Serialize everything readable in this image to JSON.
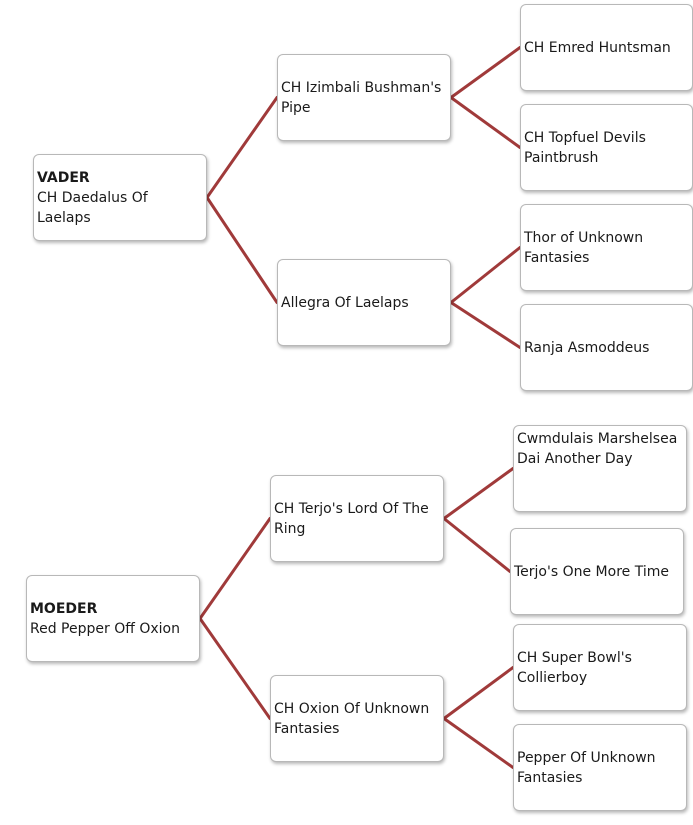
{
  "colors": {
    "connector": "#a03a3a",
    "box_border": "#b8b8b8",
    "text": "#1a1a1a"
  },
  "father": {
    "role": "VADER",
    "name": "CH Daedalus Of Laelaps",
    "sire": {
      "name": "CH Izimbali Bushman's Pipe",
      "sire": "CH Emred Huntsman",
      "dam": "CH Topfuel Devils Paintbrush"
    },
    "dam": {
      "name": "Allegra Of Laelaps",
      "sire": "Thor of Unknown Fantasies",
      "dam": "Ranja Asmoddeus"
    }
  },
  "mother": {
    "role": "MOEDER",
    "name": "Red Pepper Off Oxion",
    "sire": {
      "name": "CH Terjo's Lord Of The Ring",
      "sire": "Cwmdulais Marshelsea Dai Another Day",
      "dam": "Terjo's One More Time"
    },
    "dam": {
      "name": "CH Oxion Of Unknown Fantasies",
      "sire": "CH Super Bowl's Collierboy",
      "dam": "Pepper Of Unknown Fantasies"
    }
  }
}
